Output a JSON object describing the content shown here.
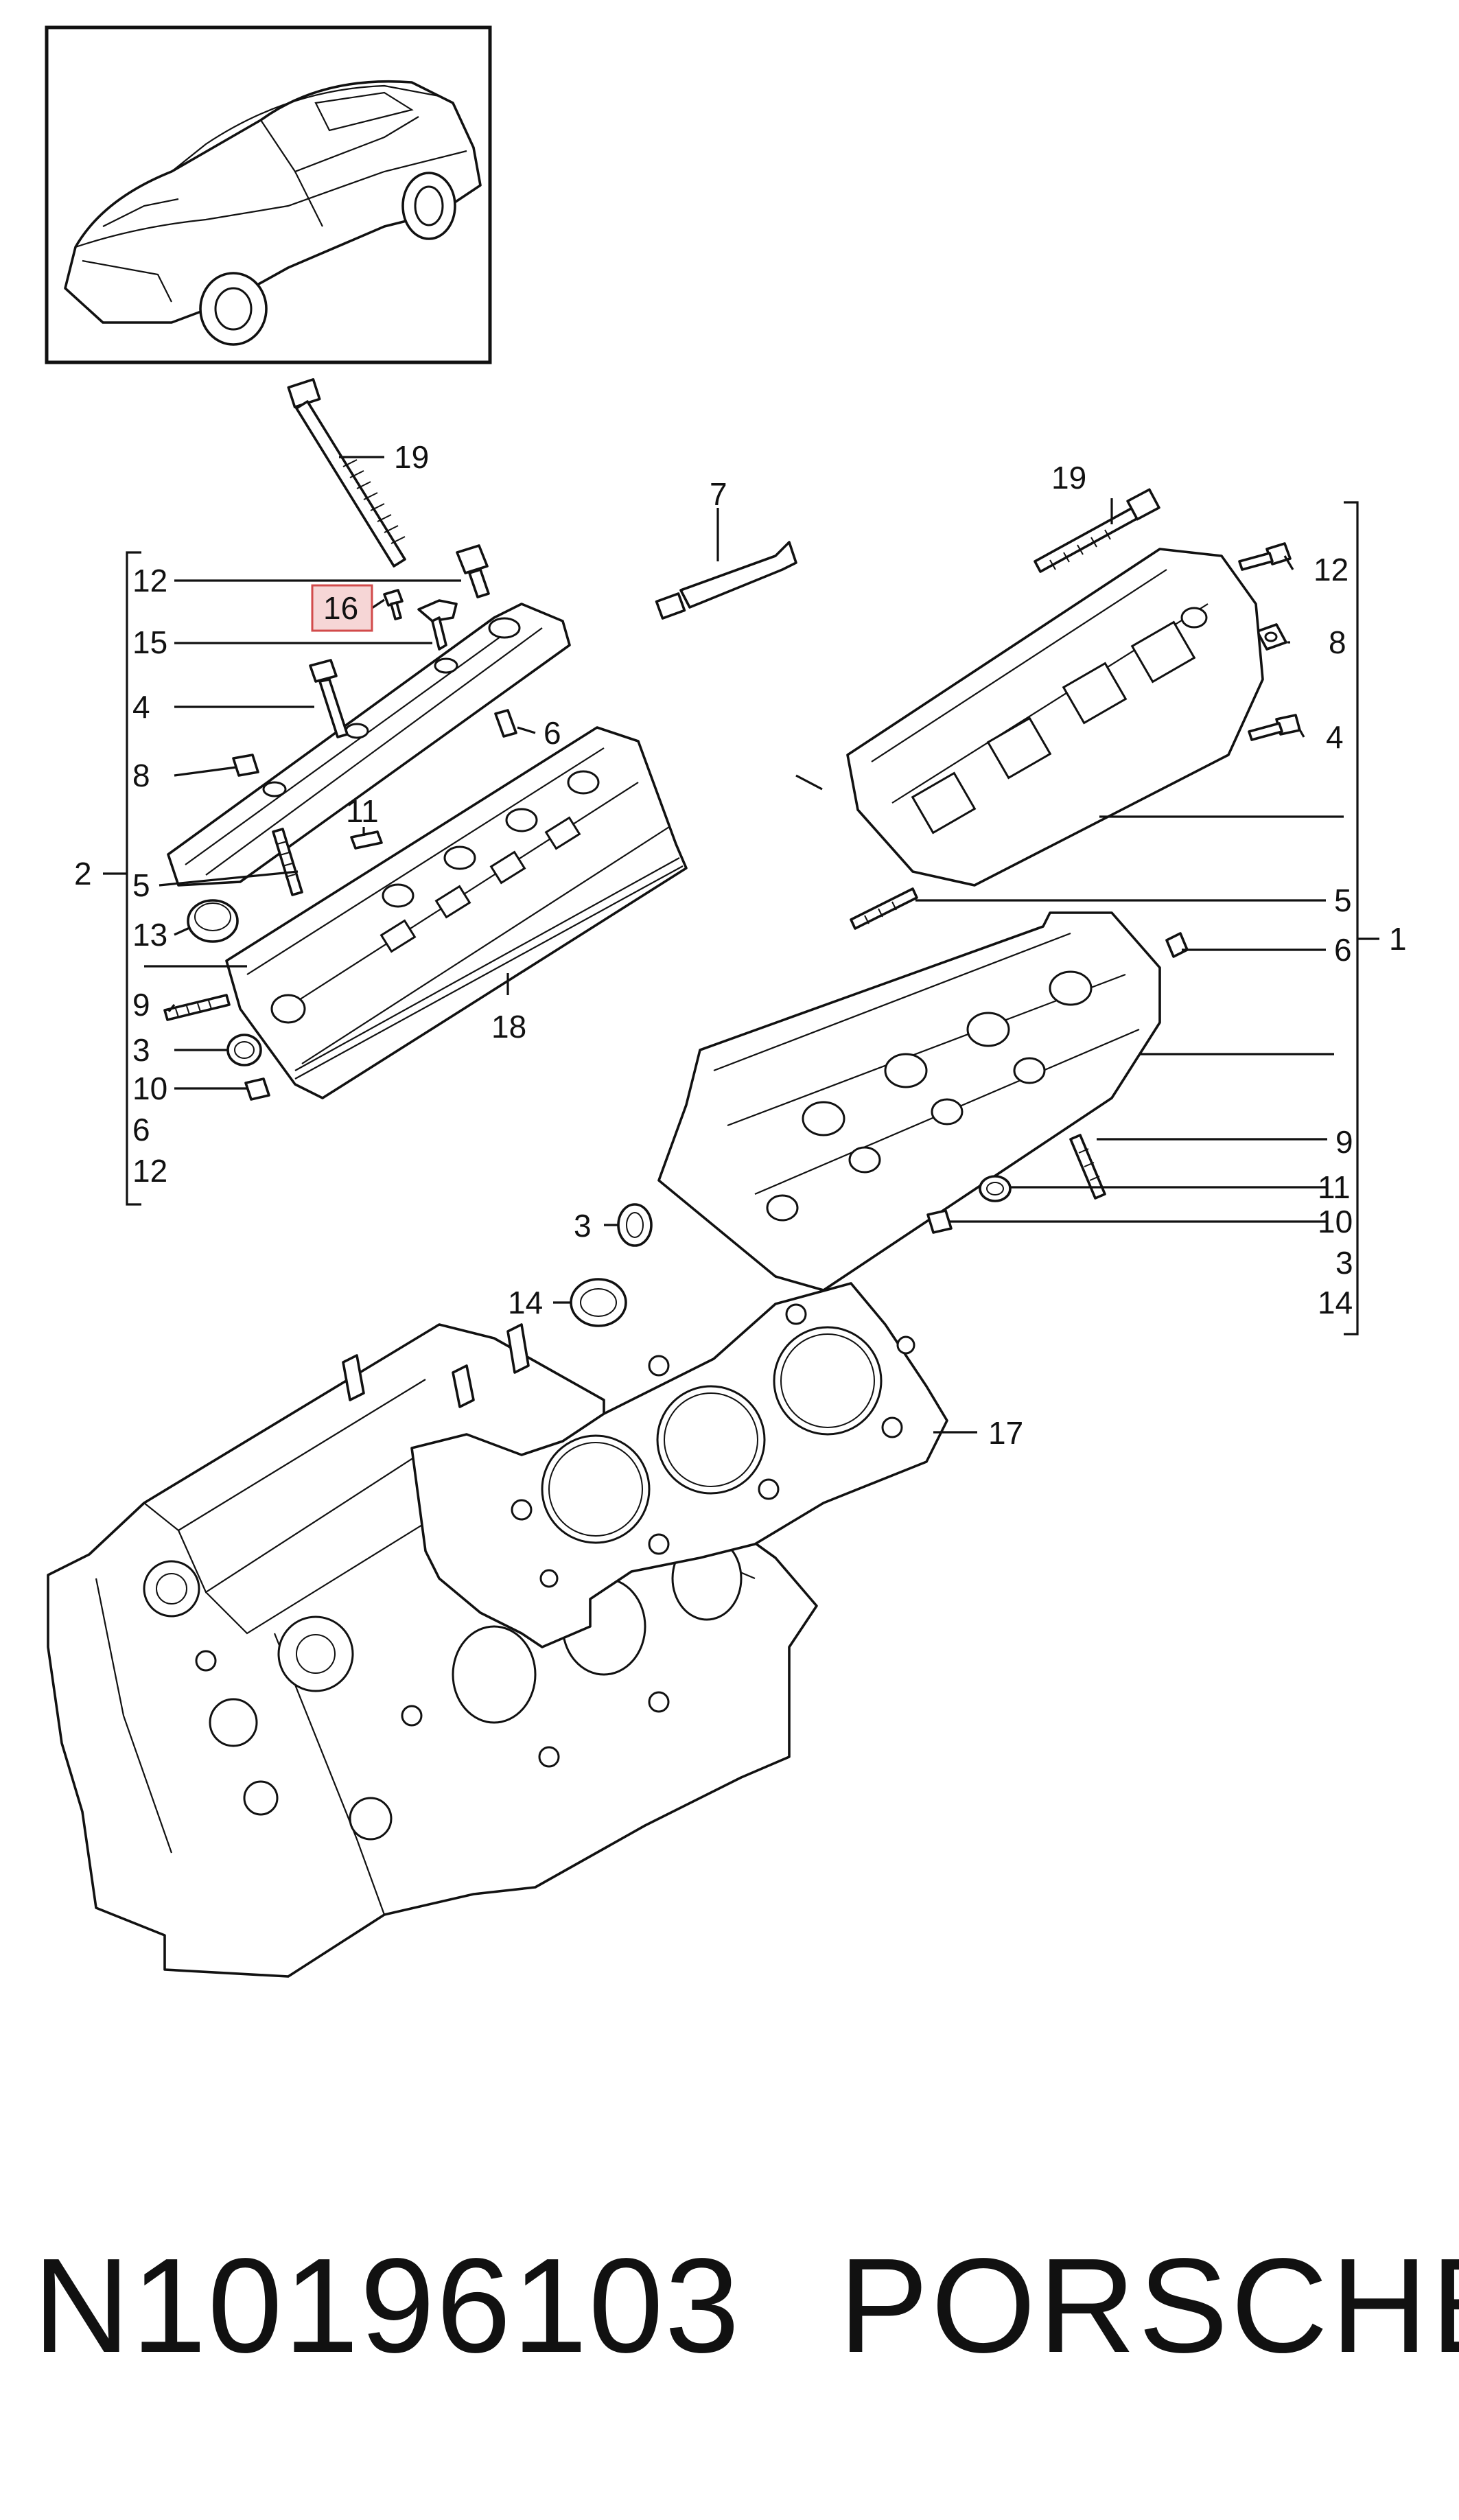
{
  "callouts": {
    "c19a": "19",
    "c12a": "12",
    "c16": "16",
    "c15": "15",
    "c4a": "4",
    "c8a": "8",
    "c2": "2",
    "c5a": "5",
    "c13": "13",
    "c9a": "9",
    "c3a": "3",
    "c10a": "10",
    "c6a": "6",
    "c12b": "12",
    "c6b": "6",
    "c11a": "11",
    "c18": "18",
    "c7": "7",
    "c19b": "19",
    "c12c": "12",
    "c8b": "8",
    "c4b": "4",
    "c1": "1",
    "c5b": "5",
    "c6c": "6",
    "c9b": "9",
    "c11b": "11",
    "c10b": "10",
    "c3b": "3",
    "c3c": "3",
    "c14a": "14",
    "c14b": "14",
    "c17": "17"
  },
  "highlight": {
    "part": "16",
    "color": "#f6d6d6",
    "border": "#d24b4b"
  },
  "footer": {
    "part_number": "N10196103",
    "brand": "PORSCHE"
  }
}
